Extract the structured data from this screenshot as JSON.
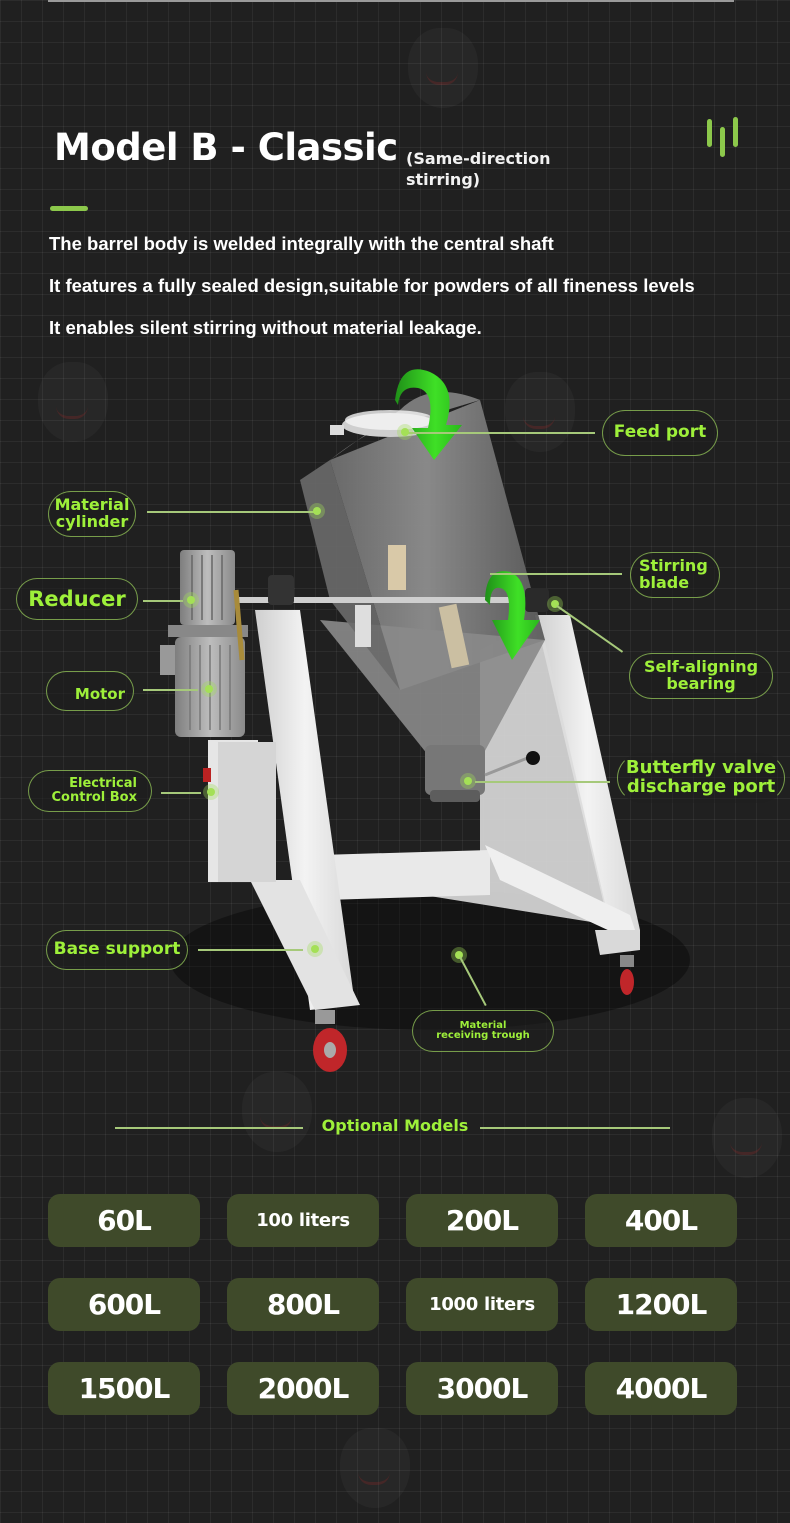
{
  "header": {
    "title": "Model B - Classic",
    "subtitle": "(Same-direction stirring)"
  },
  "description": [
    "The barrel body is welded integrally with the central shaft",
    "It features a fully sealed design,suitable for powders of all fineness levels",
    "It enables silent stirring without material leakage."
  ],
  "callouts": {
    "feed_port": "Feed port",
    "material_cylinder_1": "Material",
    "material_cylinder_2": "cylinder",
    "stirring_blade_1": "Stirring",
    "stirring_blade_2": "blade",
    "reducer": "Reducer",
    "self_aligning_1": "Self-aligning",
    "self_aligning_2": "bearing",
    "motor": "Motor",
    "electrical_1": "Electrical",
    "electrical_2": "Control Box",
    "butterfly_1": "Butterfly valve",
    "butterfly_2": "discharge port",
    "base_support": "Base support",
    "trough_1": "Material",
    "trough_2": "receiving trough"
  },
  "optional_models": {
    "title": "Optional Models",
    "items": [
      "60L",
      "100 liters",
      "200L",
      "400L",
      "600L",
      "800L",
      "1000 liters",
      "1200L",
      "1500L",
      "2000L",
      "3000L",
      "4000L"
    ]
  },
  "colors": {
    "accent_green": "#9ef03a",
    "bar_green": "#8cc84b",
    "pill_bg": "#3f4a2a",
    "background": "#202020"
  }
}
